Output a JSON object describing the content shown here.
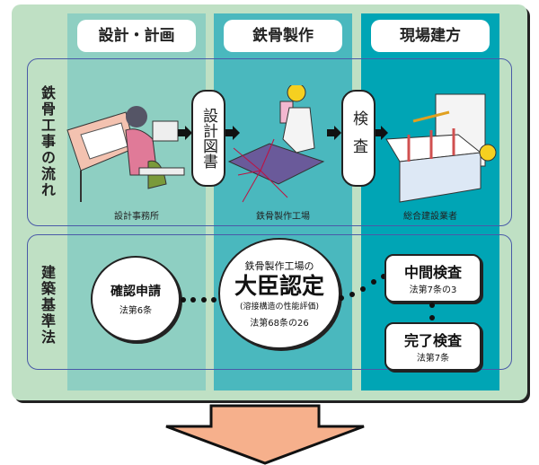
{
  "columns": [
    {
      "title": "設計・計画",
      "color": "#8ecfc2"
    },
    {
      "title": "鉄骨製作",
      "color": "#4ab8be"
    },
    {
      "title": "現場建方",
      "color": "#00a5b5"
    }
  ],
  "flow": {
    "row_label": "鉄骨工事の流れ",
    "documents_label": "設計図書",
    "inspection_label": "検査",
    "captions": [
      "設計事務所",
      "鉄骨製作工場",
      "総合建設業者"
    ]
  },
  "law": {
    "row_label": "建築基準法",
    "application": {
      "title": "確認申請",
      "article": "法第6条"
    },
    "certification": {
      "pre": "鉄骨製作工場の",
      "title": "大臣認定",
      "sub": "(溶接構造の性能評価)",
      "article": "法第68条の26"
    },
    "interim": {
      "title": "中間検査",
      "article": "法第7条の3"
    },
    "completion": {
      "title": "完了検査",
      "article": "法第7条"
    }
  },
  "colors": {
    "panel": "#bfe0c4",
    "arrow": "#f6b08c"
  }
}
